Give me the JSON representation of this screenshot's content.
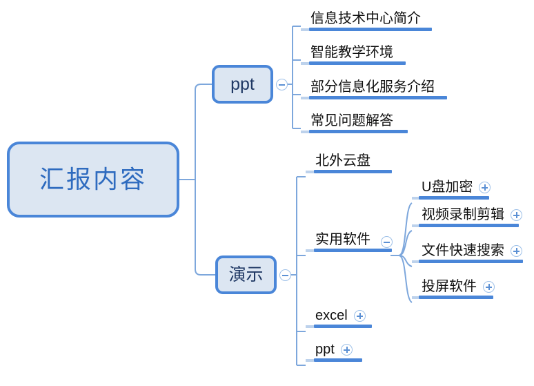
{
  "diagram": {
    "type": "mind-map",
    "title": "汇报内容",
    "colors": {
      "node_border": "#4a86d8",
      "node_fill": "#dce6f2",
      "root_text": "#2e6bbf",
      "branch_text": "#1f3864",
      "leaf_text": "#101010",
      "connector": "#7da7dc",
      "underline_bar": "#4a86d8",
      "toggle_stroke": "#5b90d4",
      "background": "#ffffff"
    },
    "root": {
      "label": "汇报内容",
      "shape": "rounded-rect"
    },
    "branches": [
      {
        "id": "ppt",
        "label": "ppt",
        "shape": "rounded-rect",
        "toggle": "minus",
        "toggle_name": "collapse-icon",
        "children": [
          {
            "label": "信息技术中心简介",
            "style": "underline",
            "toggle": null
          },
          {
            "label": "智能教学环境",
            "style": "underline",
            "toggle": null
          },
          {
            "label": "部分信息化服务介绍",
            "style": "underline",
            "toggle": null
          },
          {
            "label": "常见问题解答",
            "style": "underline",
            "toggle": null
          }
        ]
      },
      {
        "id": "yanshi",
        "label": "演示",
        "shape": "rounded-rect",
        "toggle": "minus",
        "toggle_name": "collapse-icon",
        "children": [
          {
            "label": "北外云盘",
            "style": "underline",
            "toggle": null
          },
          {
            "label": "实用软件",
            "style": "underline",
            "toggle": "minus",
            "children": [
              {
                "label": "U盘加密",
                "style": "underline",
                "toggle": "plus"
              },
              {
                "label": "视频录制剪辑",
                "style": "underline",
                "toggle": "plus"
              },
              {
                "label": "文件快速搜索",
                "style": "underline",
                "toggle": "plus"
              },
              {
                "label": "投屏软件",
                "style": "underline",
                "toggle": "plus"
              }
            ]
          },
          {
            "label": "excel",
            "style": "underline",
            "toggle": "plus"
          },
          {
            "label": "ppt",
            "style": "underline",
            "toggle": "plus"
          }
        ]
      }
    ]
  }
}
